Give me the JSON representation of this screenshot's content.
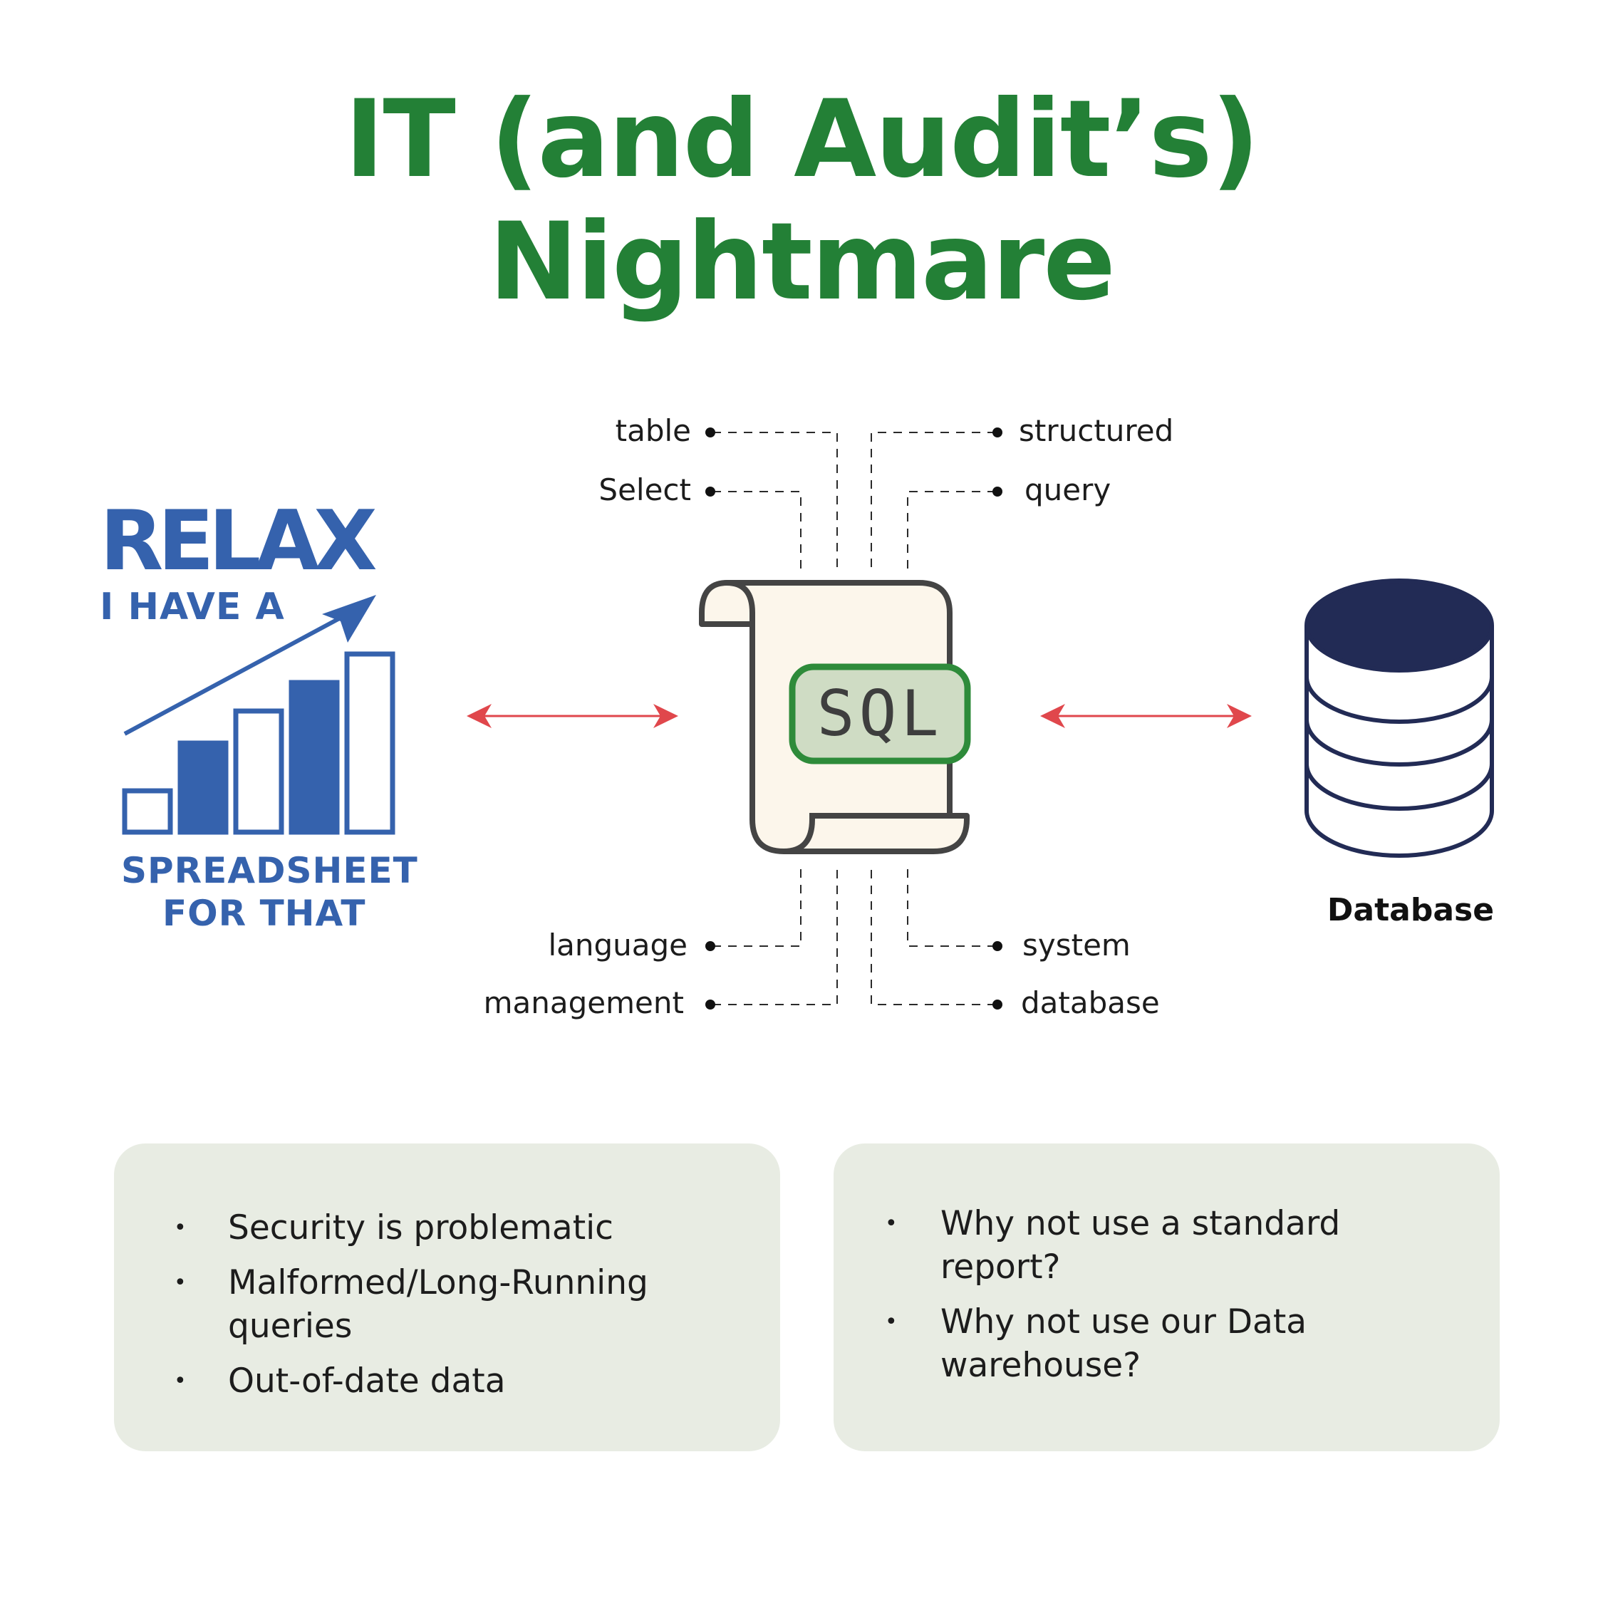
{
  "title": {
    "line1": "IT (and Audit’s)",
    "line2": "Nightmare"
  },
  "relax_logo": {
    "headline": "RELAX",
    "line2": "I HAVE A",
    "line3": "SPREADSHEET",
    "line4": "FOR THAT",
    "bar_levels": [
      0.23,
      0.5,
      0.68,
      0.84,
      1.0
    ],
    "bar_filled": [
      false,
      true,
      false,
      true,
      false
    ]
  },
  "sql_doc": {
    "label": "SQL"
  },
  "sql_terms": {
    "table": "table",
    "select": "Select",
    "structured": "structured",
    "query": "query",
    "language": "language",
    "management": "management",
    "system": "system",
    "database": "database"
  },
  "database": {
    "label": "Database"
  },
  "panels": {
    "left": [
      "Security is problematic",
      "Malformed/Long-Running queries",
      "Out-of-date data"
    ],
    "right": [
      "Why not use a standard report?",
      "Why not use our Data warehouse?"
    ]
  },
  "colors": {
    "title_green": "#238036",
    "logo_blue": "#3562ad",
    "arrow_red": "#e0474c",
    "db_navy": "#222b55",
    "sql_green": "#2e8b3a",
    "panel_bg": "#e8ece3"
  }
}
